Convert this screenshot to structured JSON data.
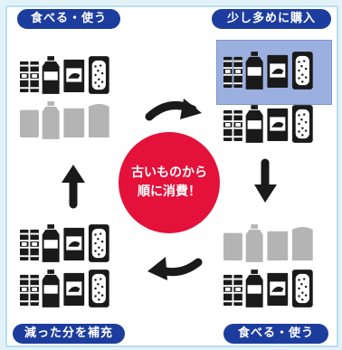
{
  "labels": {
    "top_left": "食べる・使う",
    "top_right": "少し多めに購入",
    "bottom_left": "減った分を補充",
    "bottom_right": "食べる・使う"
  },
  "center": {
    "line1": "古いものから",
    "line2": "順に消費！"
  },
  "colors": {
    "label_bg": "#1d3d9e",
    "center_circle": "#e4113a",
    "highlight": "#9cb0e0",
    "item_dark": "#1a1a1a",
    "item_faded": "#b4b4b4",
    "border": "#b6e0f0"
  },
  "cycle_arrows": [
    "arrow-right",
    "arrow-down",
    "arrow-left",
    "arrow-up"
  ]
}
